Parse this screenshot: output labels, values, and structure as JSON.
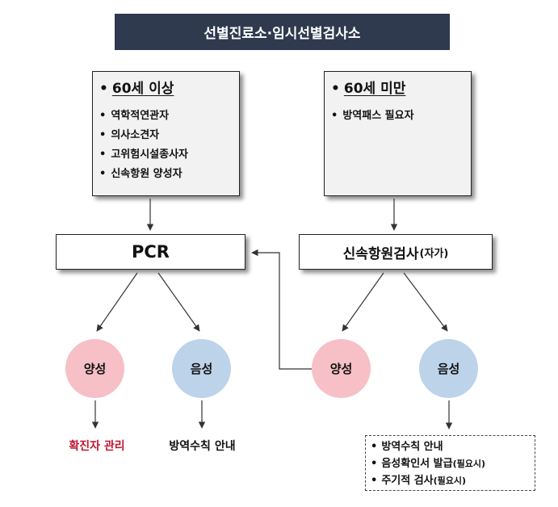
{
  "title": "선별진료소·임시선별검사소",
  "over60": {
    "heading": "60세 이상",
    "items": [
      "역학적연관자",
      "의사소견자",
      "고위험시설종사자",
      "신속항원 양성자"
    ]
  },
  "under60": {
    "heading": "60세 미만",
    "items": [
      "방역패스 필요자"
    ]
  },
  "pcr_label": "PCR",
  "rat_label": "신속항원검사",
  "rat_suffix": "(자가)",
  "positive_label": "양성",
  "negative_label": "음성",
  "confirmed_management": "확진자 관리",
  "quarantine_guide": "방역수칙 안내",
  "negative_guide": {
    "item1": "방역수칙 안내",
    "item2_main": "음성확인서 발급",
    "item2_note": "(필요시)",
    "item3_main": "주기적 검사",
    "item3_note": "(필요시)"
  },
  "bullet": "•",
  "colors": {
    "title_bg": "#2f3a4f",
    "positive_fill": "#f6c0c6",
    "negative_fill": "#bdd3ea",
    "confirmed_text": "#c0152f"
  }
}
